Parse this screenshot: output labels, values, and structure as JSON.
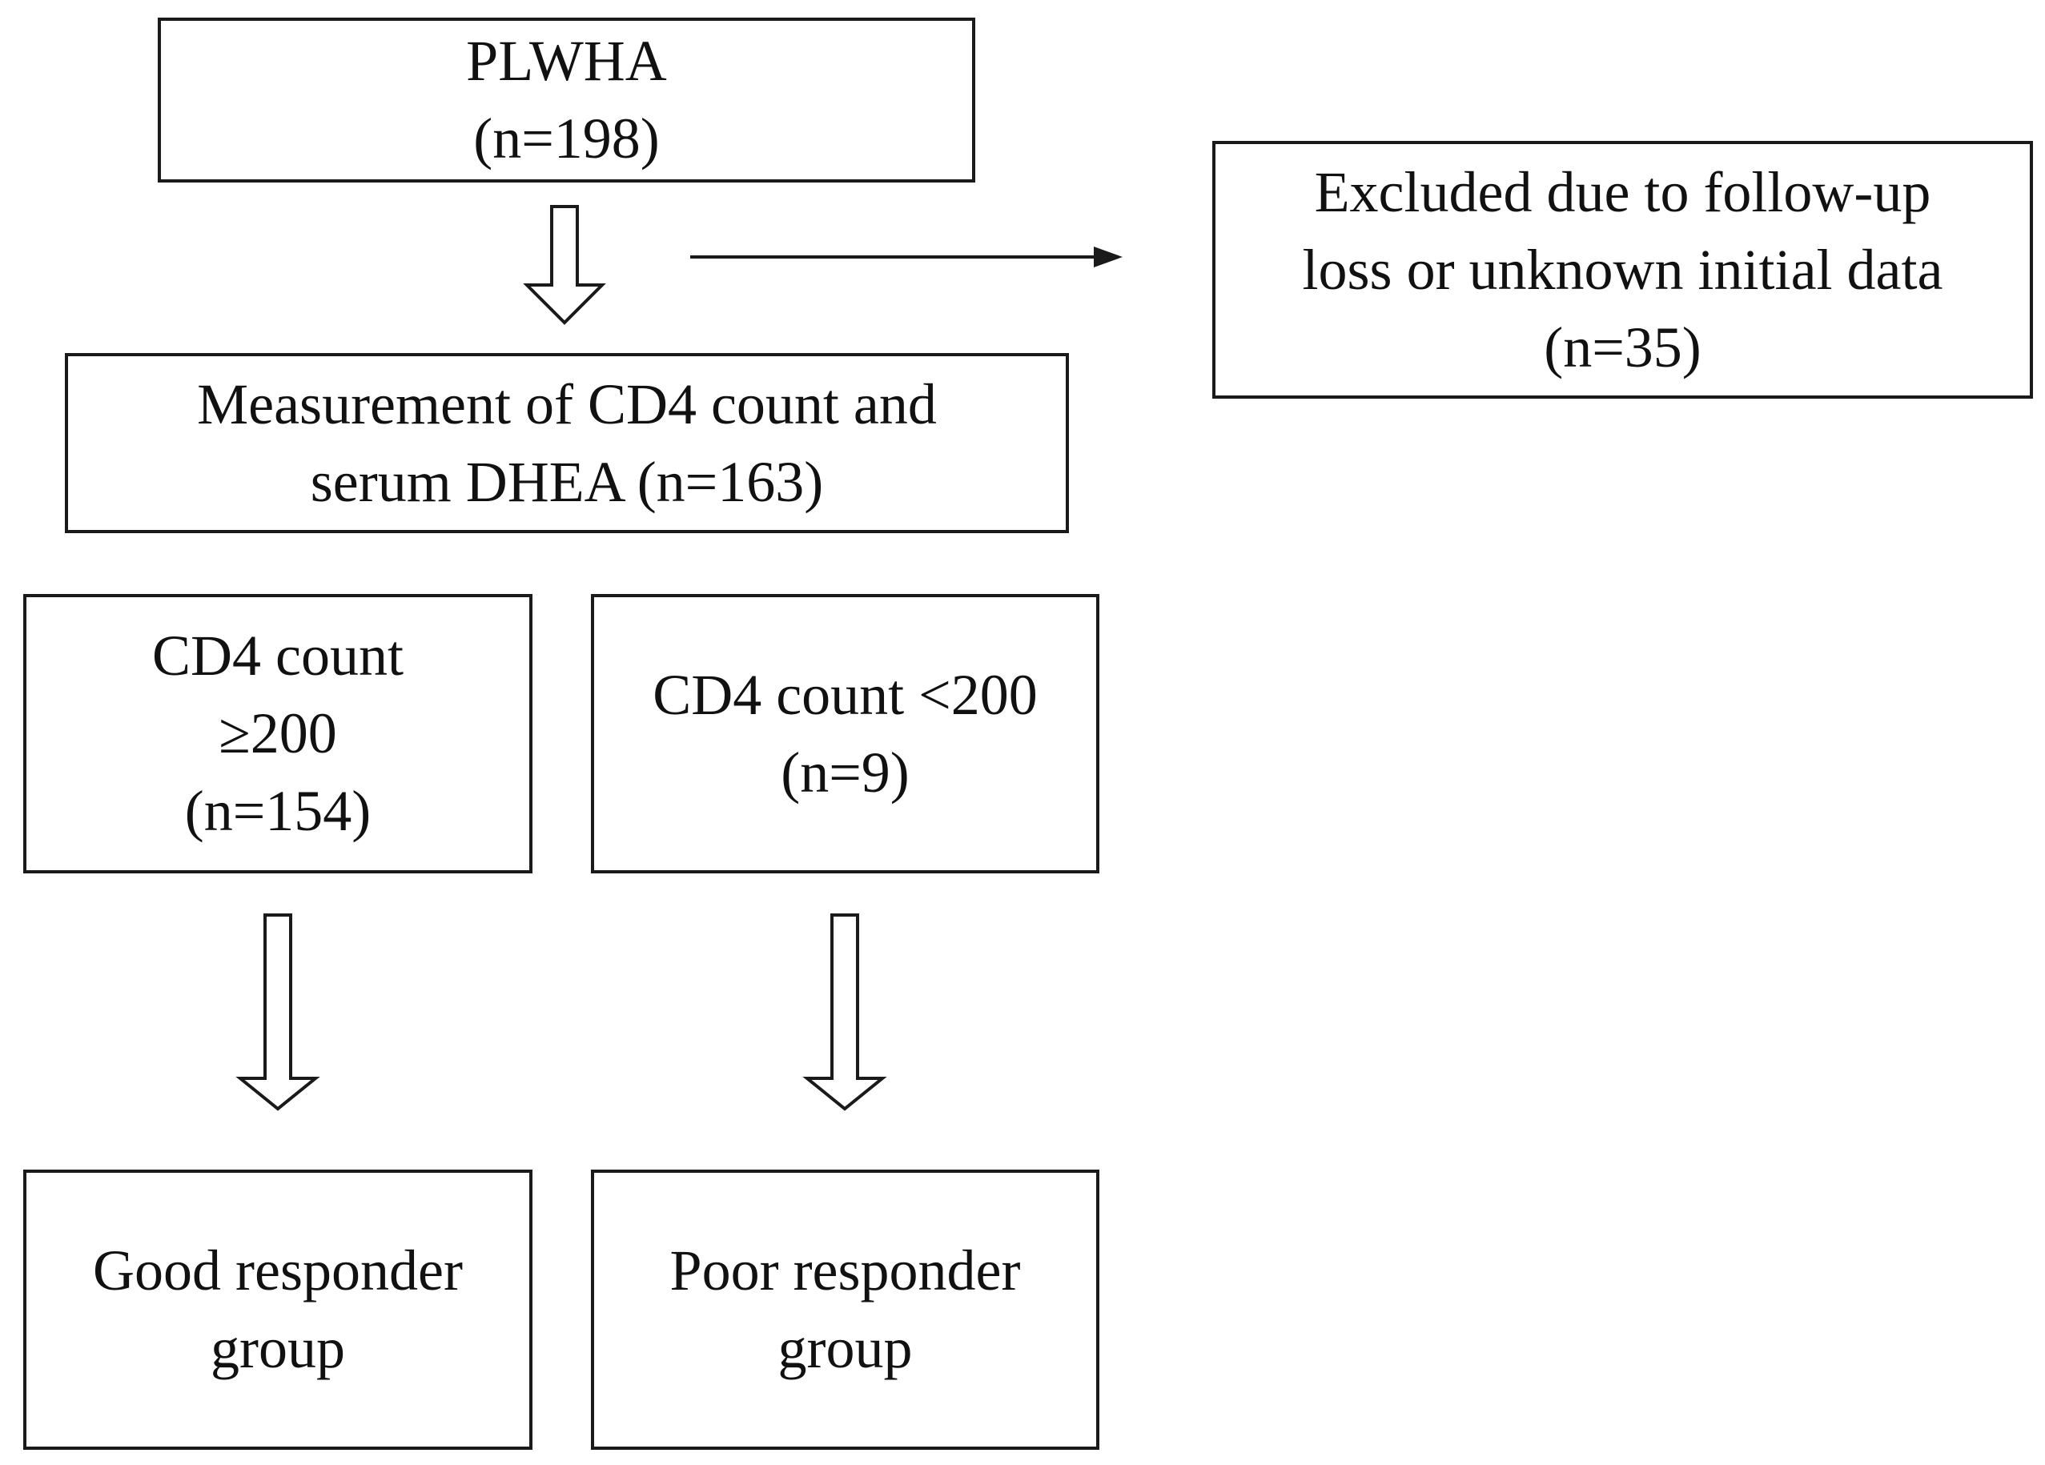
{
  "flowchart": {
    "start": {
      "lines": [
        "PLWHA",
        "(n=198)"
      ]
    },
    "excluded": {
      "lines": [
        "Excluded due to follow-up",
        "loss or unknown initial data",
        "(n=35)"
      ]
    },
    "measurement": {
      "lines": [
        "Measurement of CD4 count and",
        "serum DHEA (n=163)"
      ]
    },
    "cd4_high": {
      "lines": [
        "CD4 count",
        "≥200",
        "(n=154)"
      ]
    },
    "cd4_low": {
      "lines": [
        "CD4 count <200",
        "(n=9)"
      ]
    },
    "good_group": {
      "lines": [
        "Good responder",
        "group"
      ]
    },
    "poor_group": {
      "lines": [
        "Poor responder",
        "group"
      ]
    }
  },
  "colors": {
    "stroke": "#1a1a1a",
    "text": "#111111",
    "background": "#ffffff"
  }
}
